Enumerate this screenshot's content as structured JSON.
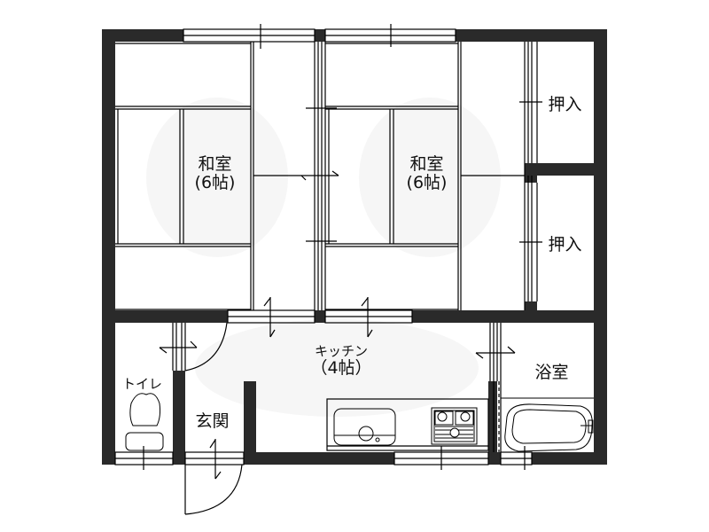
{
  "plan": {
    "wall_color": "#2a2a2a",
    "line_color": "#000000",
    "background": "#ffffff"
  },
  "rooms": {
    "washitsu_left": {
      "name": "和室",
      "size": "(6帖)"
    },
    "washitsu_right": {
      "name": "和室",
      "size": "(6帖)"
    },
    "oshiire_top": {
      "name": "押入"
    },
    "oshiire_bottom": {
      "name": "押入"
    },
    "kitchen": {
      "name": "キッチン",
      "size": "（4帖）"
    },
    "bath": {
      "name": "浴室"
    },
    "toilet": {
      "name": "トイレ"
    },
    "genkan": {
      "name": "玄関"
    }
  },
  "fixtures": {
    "sink": "sink-icon",
    "stove": "two-burner-stove-icon",
    "bathtub": "bathtub-icon",
    "toilet": "toilet-icon"
  }
}
